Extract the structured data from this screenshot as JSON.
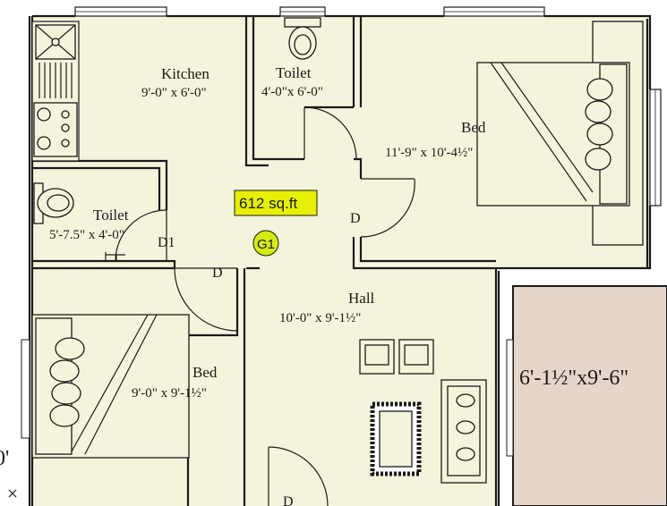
{
  "rooms": {
    "kitchen": {
      "name": "Kitchen",
      "dims": "9'-0\" x 6'-0\""
    },
    "toilet_top": {
      "name": "Toilet",
      "dims": "4'-0\"x 6'-0\""
    },
    "bed_top": {
      "name": "Bed",
      "dims": "11'-9\" x 10'-4½\""
    },
    "toilet_left": {
      "name": "Toilet",
      "dims": "5'-7.5\" x 4'-0\""
    },
    "hall": {
      "name": "Hall",
      "dims": "10'-0\" x 9'-1½\""
    },
    "bed_bottom": {
      "name": "Bed",
      "dims": "9'-0\" x 9'-1½\""
    }
  },
  "area_label": "612 sq.ft",
  "unit_marker": "G1",
  "doors": {
    "d1": "D1",
    "d": "D"
  },
  "exterior": {
    "dims": "6'-1½\"x9'-6\""
  },
  "edge_fragment": "0'",
  "colors": {
    "floor": "#f4f4dc",
    "area_badge": "#e6f000",
    "unit_badge": "#d6ec10",
    "exterior_block": "#e6d5c9",
    "walls": "#1a1a1a"
  }
}
